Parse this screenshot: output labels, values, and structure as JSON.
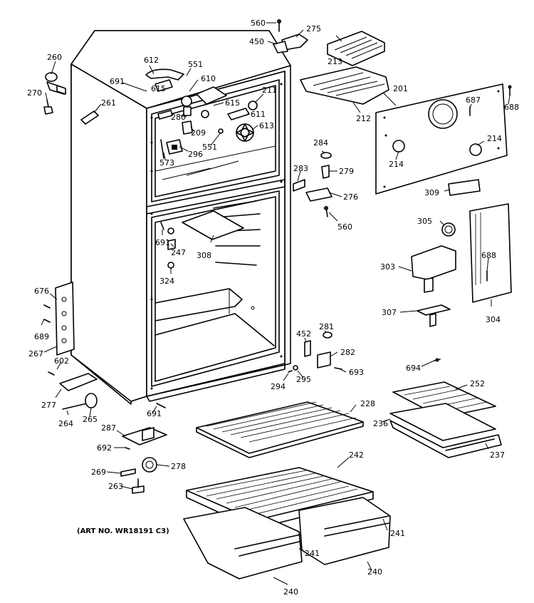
{
  "art_number": "(ART NO. WR18191 C3)",
  "labels": [
    "560",
    "275",
    "450",
    "213",
    "260",
    "612",
    "551",
    "691",
    "610",
    "211",
    "270",
    "615",
    "261",
    "615",
    "280",
    "611",
    "209",
    "613",
    "551",
    "296",
    "573",
    "201",
    "687",
    "688",
    "212",
    "214",
    "214",
    "284",
    "283",
    "279",
    "276",
    "309",
    "560",
    "305",
    "691",
    "247",
    "308",
    "688",
    "303",
    "324",
    "676",
    "689",
    "267",
    "304",
    "307",
    "452",
    "281",
    "282",
    "602",
    "693",
    "294",
    "295",
    "694",
    "252",
    "277",
    "264",
    "265",
    "691",
    "228",
    "236",
    "237",
    "287",
    "692",
    "242",
    "278",
    "269",
    "263",
    "241",
    "241",
    "240",
    "240"
  ]
}
